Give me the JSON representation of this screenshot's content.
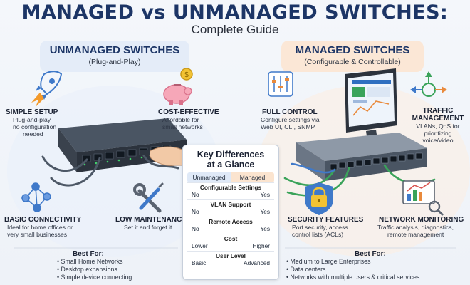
{
  "title": {
    "main": "MANAGED vs UNMANAGED SWITCHES:",
    "sub": "Complete Guide"
  },
  "unmanaged": {
    "title": "UNMANAGED SWITCHES",
    "tagline": "(Plug-and-Play)",
    "features": [
      {
        "title": "SIMPLE SETUP",
        "lines": [
          "Plug-and-play,",
          "no configuration",
          "needed"
        ]
      },
      {
        "title": "COST-EFFECTIVE",
        "lines": [
          "Affordable for",
          "small networks"
        ]
      },
      {
        "title": "BASIC CONNECTIVITY",
        "lines": [
          "Ideal for home offices or",
          "very small businesses"
        ]
      },
      {
        "title": "LOW MAINTENANCE",
        "lines": [
          "Set it and forget it"
        ]
      }
    ],
    "best_for": {
      "title": "Best For:",
      "items": [
        "Small Home Networks",
        "Desktop expansions",
        "Simple device connecting"
      ]
    }
  },
  "managed": {
    "title": "MANAGED SWITCHES",
    "tagline": "(Configurable & Controllable)",
    "features": [
      {
        "title": "FULL CONTROL",
        "lines": [
          "Configure settings via",
          "Web UI, CLI, SNMP"
        ]
      },
      {
        "title": "TRAFFIC",
        "title2": "MANAGEMENT",
        "lines": [
          "VLANs, QoS for",
          "prioritizing",
          "voice/video"
        ]
      },
      {
        "title": "SECURITY FEATURES",
        "lines": [
          "Port security, access",
          "control lists (ACLs)"
        ]
      },
      {
        "title": "NETWORK MONITORING",
        "lines": [
          "Traffic analysis, diagnostics,",
          "remote management"
        ]
      }
    ],
    "best_for": {
      "title": "Best For:",
      "items": [
        "Medium to Large Enterprises",
        "Data centers",
        "Networks with multiple users & critical services"
      ]
    }
  },
  "differences": {
    "title_line1": "Key Differences",
    "title_line2": "at a Glance",
    "col_left": "Unmanaged",
    "col_right": "Managed",
    "rows": [
      {
        "label": "Configurable Settings",
        "left": "No",
        "right": "Yes"
      },
      {
        "label": "VLAN Support",
        "left": "No",
        "right": "Yes"
      },
      {
        "label": "Remote Access",
        "left": "No",
        "right": "Yes"
      },
      {
        "label": "Cost",
        "left": "Lower",
        "right": "Higher"
      },
      {
        "label": "User Level",
        "left": "Basic",
        "right": "Advanced"
      }
    ]
  },
  "colors": {
    "unmanaged_accent": "#3f79c9",
    "managed_accent": "#e98a3c",
    "title_navy": "#1c3566",
    "cable_green": "#3aa35a",
    "screen_blue": "#2f6fc0"
  },
  "icons": [
    "rocket-icon",
    "piggy-bank-icon",
    "network-nodes-icon",
    "wrench-screwdriver-icon",
    "control-sliders-icon",
    "traffic-arrows-icon",
    "padlock-shield-icon",
    "monitoring-chart-icon"
  ]
}
